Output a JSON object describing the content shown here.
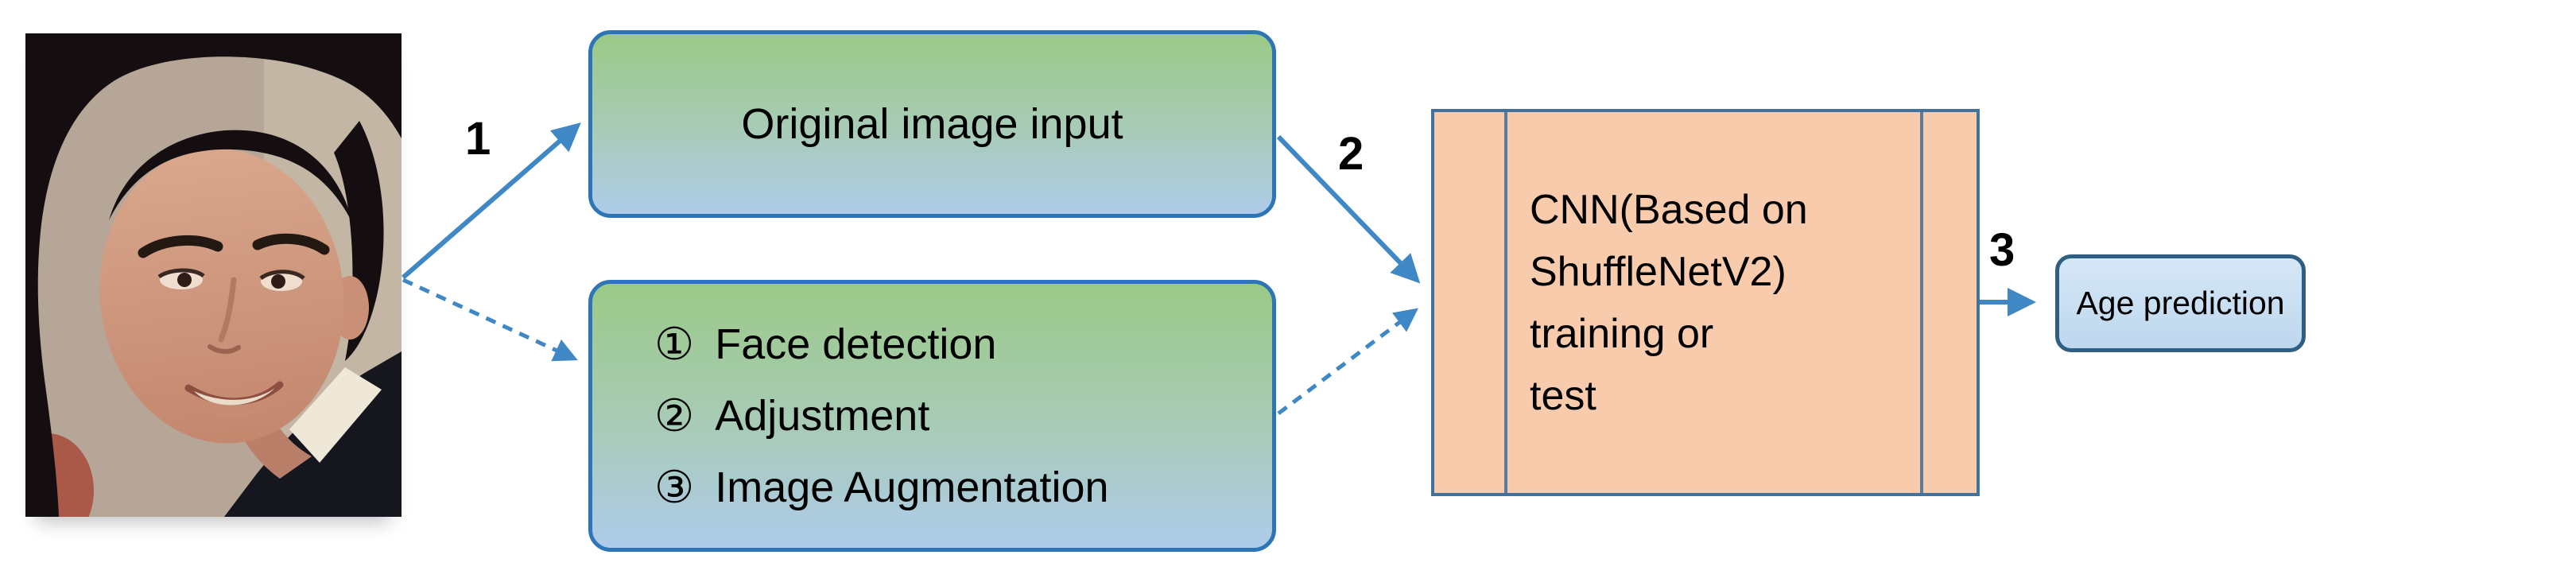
{
  "diagram": {
    "step_labels": {
      "one": "1",
      "two": "2",
      "three": "3"
    },
    "original_input_box": {
      "label": "Original image input"
    },
    "preprocessing_box": {
      "items": [
        {
          "num": "①",
          "label": "Face detection"
        },
        {
          "num": "②",
          "label": "Adjustment"
        },
        {
          "num": "③",
          "label": "Image Augmentation"
        }
      ]
    },
    "cnn_box": {
      "lines": [
        "CNN(Based on",
        "ShuffleNetV2)",
        "training or",
        "test"
      ]
    },
    "age_box": {
      "label": "Age prediction"
    }
  },
  "colors": {
    "arrow": "#3F87C5",
    "box-border": "#2E75B6",
    "gradient-top": "#9BCA87",
    "gradient-bottom": "#AECBEA",
    "cnn-fill": "#F8CBAD",
    "cnn-border": "#41719C",
    "cnn-divider": "#5B7B9A",
    "age-fill": "#BDD7EE",
    "age-border": "#2F5E83"
  }
}
